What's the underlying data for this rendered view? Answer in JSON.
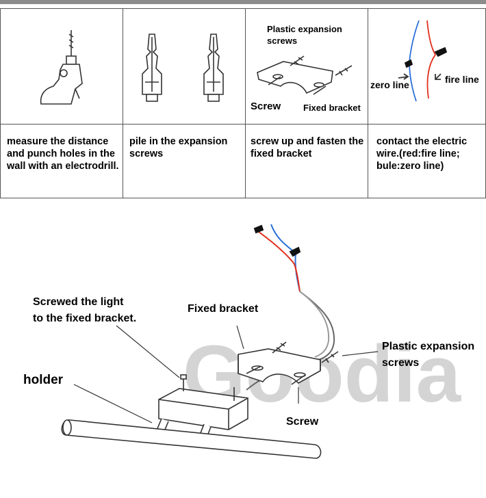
{
  "steps": [
    {
      "caption": "measure the distance and punch holes in the wall with an electrodrill."
    },
    {
      "caption": "pile in the expansion screws"
    },
    {
      "caption": "screw up and fasten the fixed bracket"
    },
    {
      "caption": "contact the electric wire.(red:fire line; bule:zero line)"
    }
  ],
  "step3_labels": {
    "plastic_expansion": "Plastic expansion",
    "screws": "screws",
    "screw": "Screw",
    "fixed_bracket": "Fixed bracket"
  },
  "step4_labels": {
    "zero_line": "zero line",
    "fire_line": "fire line"
  },
  "main_labels": {
    "screwed_line1": "Screwed the light",
    "screwed_line2": "to the fixed bracket.",
    "fixed_bracket": "Fixed bracket",
    "plastic_expansion": "Plastic expansion",
    "screws": "screws",
    "holder": "holder",
    "screw": "Screw"
  },
  "watermark": "Goodia",
  "colors": {
    "fire": "#e0301e",
    "zero": "#2a6fd6",
    "line": "#333333",
    "watermark": "#d4d4d4",
    "border": "#555555"
  }
}
